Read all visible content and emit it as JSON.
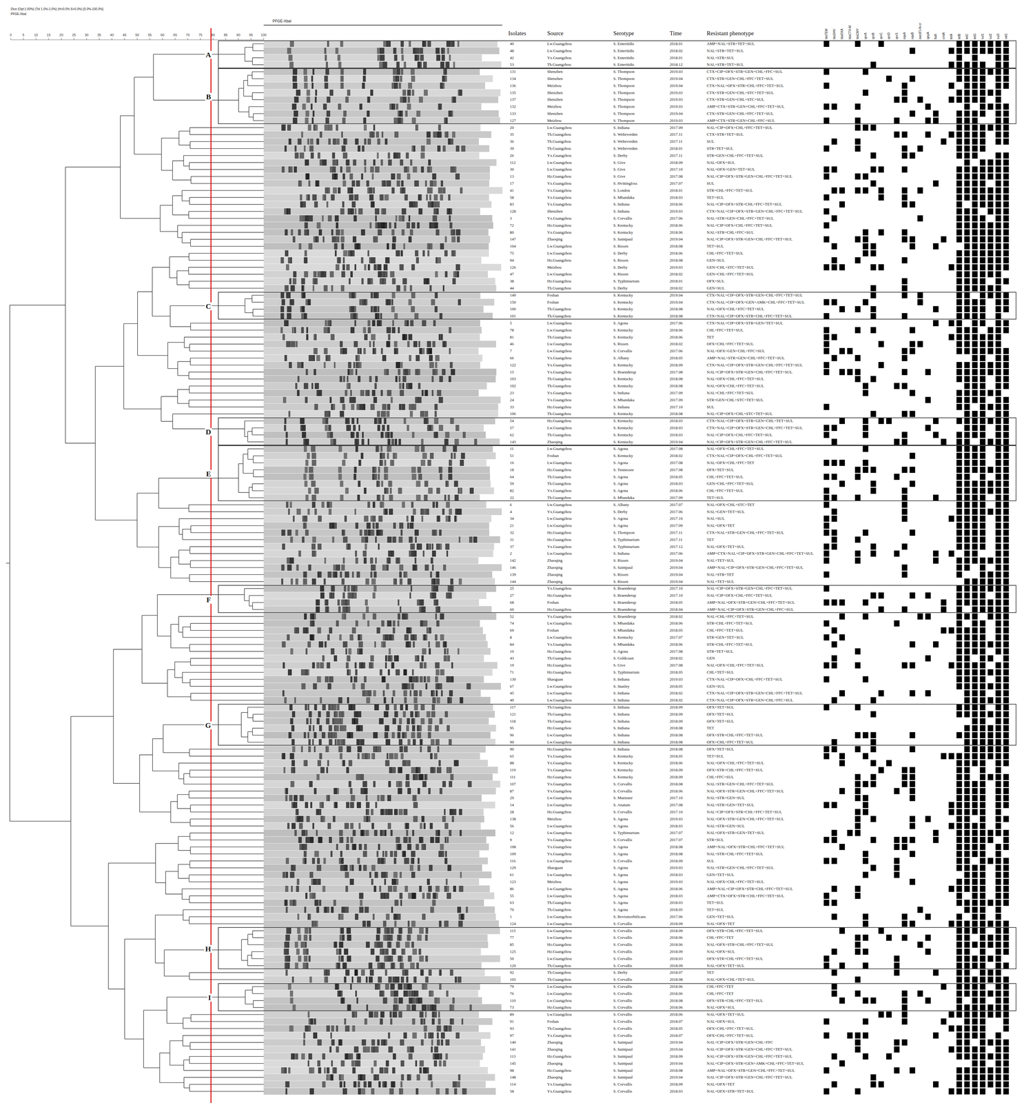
{
  "diagram": {
    "nodes": [
      {
        "text": [
          "A"
        ]
      },
      {
        "text": [
          "B"
        ]
      },
      {
        "text": [
          "C"
        ]
      },
      {
        "text": [
          "D"
        ]
      },
      {
        "text": [
          "E"
        ]
      },
      {
        "text": [
          "F"
        ]
      },
      {
        "text": [
          "G"
        ]
      },
      {
        "text": [
          "H"
        ]
      },
      {
        "text": [
          "I"
        ]
      }
    ],
    "labels": [
      "Dice (Opt:1.00%) (Tol 1.0%-1.0%) (H>0.0% S>0.0%) [0.0%-100.0%]",
      "PFGE-XbaI",
      "PFGE-XbaI",
      "0",
      "5",
      "10",
      "15",
      "20",
      "25",
      "30",
      "35",
      "40",
      "45",
      "50",
      "55",
      "60",
      "65",
      "70",
      "75",
      "80",
      "85",
      "90",
      "95",
      "100",
      "Isolates",
      "Source",
      "Serotype",
      "Time",
      "Resistant phenotype",
      "blaTEM",
      "blaSHV",
      "blaOXA",
      "blaCTX-M",
      "blaCMY",
      "qnrA",
      "qnrB",
      "qnrC",
      "qnrD",
      "qnrS",
      "oqxA",
      "oqxB",
      "aac(6')-Ib-cr",
      "qepA",
      "floR",
      "cmlA",
      "tetA",
      "tetB",
      "tetC",
      "tetG",
      "sul1",
      "sul2",
      "sul3",
      "intI1",
      "40",
      "Lw.Guangzhou",
      "S. Enteritidis",
      "2018.01",
      "AMP+NAL+STR+TET+SUL",
      "48",
      "Lw.Guangzhou",
      "S. Enteritidis",
      "2018.02",
      "NAL+STR+TET+SUL",
      "42",
      "Yx.Guangzhou",
      "S. Enteritidis",
      "2018.01",
      "NAL+STR+SUL",
      "53",
      "Th.Guangzhou",
      "S. Enteritidis",
      "2018.12",
      "NAL+STR+TET+SUL",
      "131",
      "Shenzhen",
      "S. Thompson",
      "2019.03",
      "CTX+CIP+OFX+STR+GEN+CHL+FFC+SUL",
      "134",
      "Shenzhen",
      "S. Thompson",
      "2019.04",
      "CTX+STR+GEN+CHL+FFC+TET+SUL",
      "136",
      "Meizhou",
      "S. Thompson",
      "2019.04",
      "CTX+NAL+OFX+STR+CHL+FFC+TET+SUL",
      "135",
      "Shenzhen",
      "S. Thompson",
      "2019.03",
      "CTX+STR+GEN+CHL+STC+TET+SUL",
      "137",
      "Shenzhen",
      "S. Thompson",
      "2019.03",
      "CTX+STR+GEN+CHL+STC+SUL",
      "132",
      "Meizhou",
      "S. Thompson",
      "2019.03",
      "AMP+CTX+STR+GEN+CHL+FFC+TET+SUL",
      "133",
      "Shenzhen",
      "S. Thompson",
      "2019.04",
      "CTX+STR+GEN+CHL+FFC+TET+SUL",
      "127",
      "Meizhou",
      "S. Thompson",
      "2019.03",
      "AMP+CTX+STR+GEN+CHL+FFC+SUL",
      "20",
      "Lw.Guangzhou",
      "S. Indiana",
      "2017.09",
      "NAL+CIP+OFX+CHL+FFC+TET+SUL",
      "35",
      "Th.Guangzhou",
      "S. Weltevreden",
      "2017.11",
      "CTX+STR+TET+SUL",
      "36",
      "Th.Guangzhou",
      "S. Weltevreden",
      "2017.11",
      "SUL",
      "39",
      "Th.Guangzhou",
      "S. Weltevreden",
      "2018.01",
      "STR+TET+SUL",
      "26",
      "Yx.Guangzhou",
      "S. Derby",
      "2017.11",
      "STR+GEN+CHL+FFC+TET+SUL",
      "112",
      "Lw.Guangzhou",
      "S. Give",
      "2018.09",
      "NAL+OFX+SUL",
      "30",
      "Lw.Guangzhou",
      "S. Give",
      "2017.10",
      "NAL+OFX+GEN+TET+SUL",
      "13",
      "Hz.Guangzhou",
      "S. Give",
      "2017.08",
      "NAL+CIP+OFX+STR+GEN+CHL+FFC+TET+SUL",
      "17",
      "Yx.Guangzhou",
      "S. Hvittingfoss",
      "2017.07",
      "SUL",
      "41",
      "Yx.Guangzhou",
      "S. London",
      "2018.01",
      "STR+CHL+FFC+TET+SUL",
      "58",
      "Yx.Guangzhou",
      "S. Mbandaka",
      "2018.03",
      "TET+SUL",
      "83",
      "Yx.Guangzhou",
      "S. Indiana",
      "2018.06",
      "NAL+CIP+OFX+STR+CHL+FFC+TET+SUL",
      "128",
      "Shenzhen",
      "S. Indiana",
      "2019.03",
      "CTX+NAL+CIP+OFX+STR+GEN+CHL+FFC+TET+SUL",
      "3",
      "Yx.Guangzhou",
      "S. Corvallis",
      "2017.06",
      "NAL+STR+GEN+CHL+FFC+TET+SUL",
      "72",
      "Hz.Guangzhou",
      "S. Kentucky",
      "2018.06",
      "NAL+CIP+OFX+CHL+FFC+TET+SUL",
      "80",
      "Yx.Guangzhou",
      "S. Kentucky",
      "2018.06",
      "NAL+STR+CHL+FFC+SUL",
      "147",
      "Zhaoqing",
      "S. Saintpaul",
      "2019.04",
      "NAL+CIP+OFX+STR+GEN+CHL+FFC+TET+SUL",
      "104",
      "Lw.Guangzhou",
      "S. Rissen",
      "2018.08",
      "TET+SUL",
      "75",
      "Lw.Guangzhou",
      "S. Derby",
      "2018.06",
      "CHL+FFC+TET+SUL",
      "94",
      "Hz.Guangzhou",
      "S. Rissen",
      "2018.08",
      "GEN+SUL",
      "126",
      "Meizhou",
      "S. Derby",
      "2019.03",
      "GEN+CHL+STC+TET+SUL",
      "47",
      "Lw.Guangzhou",
      "S. Rissen",
      "2018.02",
      "GEN+CHL+FFC+TET+SUL",
      "38",
      "Hz.Guangzhou",
      "S. Typhimurium",
      "2018.01",
      "OFX+SUL",
      "44",
      "Th.Guangzhou",
      "S. Derby",
      "2018.02",
      "GEN+SUL",
      "149",
      "Foshan",
      "S. Kentucky",
      "2019.04",
      "CTX+NAL+CIP+OFX+STR+GEN+CHL+FFC+TET+SUL",
      "150",
      "Foshan",
      "S. Kentucky",
      "2019.04",
      "CTX+NAL+CIP+OFX+GEN+AMK+CHL+FFC+TET+SUL",
      "100",
      "Th.Guangzhou",
      "S. Kentucky",
      "2018.08",
      "NAL+OFX+CHL+STC+TET+SUL",
      "101",
      "Th.Guangzhou",
      "S. Kentucky",
      "2018.08",
      "CTX+NAL+CIP+OFX+STR+CHL+FFC+TET+SUL",
      "5",
      "Lw.Guangzhou",
      "S. Agona",
      "2017.06",
      "CTX+NAL+CIP+OFX+STR+GEN+TET+SUL",
      "78",
      "Lw.Guangzhou",
      "S. Kentucky",
      "2018.06",
      "CHL+FFC+TET+SUL",
      "81",
      "Th.Guangzhou",
      "S. Kentucky",
      "2018.06",
      "TET",
      "46",
      "Lw.Guangzhou",
      "S. Rissen",
      "2018.02",
      "OFX+CHL+FFC+TET+SUL",
      "7",
      "Lw.Guangzhou",
      "S. Corvallis",
      "2017.06",
      "NAL+OFX+GEN+CHL+FFC+SUL",
      "66",
      "Yx.Guangzhou",
      "S. Albany",
      "2018.05",
      "AMP+NAL+STR+GEN+CHL+FFC+TET+SUL",
      "122",
      "Yx.Guangzhou",
      "S. Kentucky",
      "2018.09",
      "CTX+NAL+CIP+OFX+STR+GEN+CHL+FFC+TET+SUL",
      "15",
      "Yx.Guangzhou",
      "S. Braenderup",
      "2017.08",
      "NAL+CIP+OFX+STR+GEN+CHL+FFC+TET+SUL",
      "103",
      "Th.Guangzhou",
      "S. Kentucky",
      "2018.08",
      "NAL+OFX+CHL+FFC+TET+SUL",
      "102",
      "Th.Guangzhou",
      "S. Kentucky",
      "2018.08",
      "NAL+OFX+CHL+FFC+TET+SUL",
      "23",
      "Yx.Guangzhou",
      "S. Indiana",
      "2017.09",
      "NAL+CHL+FFC+TET+SUL",
      "24",
      "Yx.Guangzhou",
      "S. Mbandaka",
      "2017.09",
      "STR+GEN+CHL+STC+TET+SUL",
      "33",
      "Hz.Guangzhou",
      "S. Indiana",
      "2017.10",
      "SUL",
      "106",
      "Th.Guangzhou",
      "S. Kentucky",
      "2018.08",
      "NAL+CIP+OFX+CHL+STC+TET+SUL",
      "54",
      "Hz.Guangzhou",
      "S. Kentucky",
      "2018.03",
      "CTX+NAL+CIP+OFX+STR+GEN+CHL+TET+SUL",
      "57",
      "Lw.Guangzhou",
      "S. Kentucky",
      "2018.03",
      "CTX+NAL+CIP+OFX+STR+GEN+CHL+FFC+TET+SUL",
      "62",
      "Th.Guangzhou",
      "S. Kentucky",
      "2018.03",
      "NAL+CIP+OFX+CHL+FFC+TET+SUL",
      "143",
      "Zhaoqing",
      "S. Kentucky",
      "2019.04",
      "NAL+CIP+OFX+STR+GEN+CHL+FFC+TET+SUL",
      "11",
      "Lw.Guangzhou",
      "S. Agona",
      "2017.08",
      "NAL+OFX+CHL+FFC+TET+SUL",
      "51",
      "Foshan",
      "S. Kentucky",
      "2018.02",
      "CTX+NAL+CIP+OFX+CHL+FFC+TET+SUL",
      "16",
      "Lw.Guangzhou",
      "S. Agona",
      "2017.08",
      "NAL+OFX+CHL+FFC+TET",
      "18",
      "Hz.Guangzhou",
      "S. Tennessee",
      "2017.08",
      "OFX+TET+SUL",
      "64",
      "Th.Guangzhou",
      "S. Agona",
      "2018.05",
      "CHL+FFC+TET+SUL",
      "59",
      "Th.Guangzhou",
      "S. Agona",
      "2018.03",
      "GEN+CHL+FFC+TET+SUL",
      "82",
      "Yx.Guangzhou",
      "S. Agona",
      "2018.06",
      "CHL+FFC+TET+SUL",
      "22",
      "Th.Guangzhou",
      "S. Mbandaka",
      "2017.09",
      "TET+SUL",
      "6",
      "Lw.Guangzhou",
      "S. Albany",
      "2017.07",
      "NAL+OFX+CHL+STC+TET",
      "4",
      "Yx.Guangzhou",
      "S. Derby",
      "2017.06",
      "NAL+GEN+TET+SUL",
      "34",
      "Lw.Guangzhou",
      "S. Agona",
      "2017.10",
      "NAL+SUL",
      "21",
      "Lw.Guangzhou",
      "S. Agona",
      "2017.09",
      "NAL+OFX+TET",
      "32",
      "Hz.Guangzhou",
      "S. Thompson",
      "2017.11",
      "CTX+NAL+STR+GEN+CHL+FFC+TET+SUL",
      "31",
      "Hz.Guangzhou",
      "S. Typhimurium",
      "2017.11",
      "TET",
      "37",
      "Yx.Guangzhou",
      "S. Typhimurium",
      "2017.12",
      "NAL+OFX+TET+SUL",
      "2",
      "Lw.Guangzhou",
      "S. Indiana",
      "2017.06",
      "AMP+CTX+NAL+CIP+OFX+STR+GEN+CHL+FFC+TET+SUL",
      "142",
      "Zhaoqing",
      "S. Rissen",
      "2019.04",
      "NAL+TET+SUL",
      "146",
      "Zhaoqing",
      "S. Saintpaul",
      "2019.04",
      "AMP+NAL+CIP+OFX+STR+GEN+CHL+FFC+TET+SUL",
      "139",
      "Zhaoqing",
      "S. Rissen",
      "2019.04",
      "NAL+STR+TET",
      "144",
      "Zhaoqing",
      "S. Rissen",
      "2019.04",
      "NAL+TET+SUL",
      "25",
      "Yx.Guangzhou",
      "S. Braenderup",
      "2017.10",
      "NAL+CIP+OFX+STR+GEN+CHL+FFC+TET+SUL",
      "27",
      "Hz.Guangzhou",
      "S. Braenderup",
      "2017.10",
      "NAL+CIP+OFX+CHL+FFC+TET+SUL",
      "68",
      "Foshan",
      "S. Braenderup",
      "2018.05",
      "AMP+NAL+OFX+STR+GEN+CHL+FFC+TET+SUL",
      "60",
      "Hz.Guangzhou",
      "S. Braenderup",
      "2018.04",
      "AMP+NAL+CIP+OFX+STR+GEN+CHL+FFC+SUL",
      "52",
      "Yx.Guangzhou",
      "S. Braenderup",
      "2018.02",
      "NAL+CHL+FFC+TET+SUL",
      "74",
      "Lw.Guangzhou",
      "S. Mbandaka",
      "2018.06",
      "STR+CHL+FFC+TET+SUL",
      "69",
      "Foshan",
      "S. Mbandaka",
      "2018.05",
      "CHL+FFC+TET+SUL",
      "8",
      "Lw.Guangzhou",
      "S. Kentucky",
      "2017.07",
      "STR+GEN+TET+SUL",
      "84",
      "Yx.Guangzhou",
      "S. Mbandaka",
      "2018.06",
      "STR+CHL+FFC+TET+SUL",
      "10",
      "Hz.Guangzhou",
      "S. Agona",
      "2017.08",
      "STR+TET+SUL",
      "43",
      "Th.Guangzhou",
      "S. Goldcoast",
      "2018.02",
      "GEN",
      "19",
      "Hz.Guangzhou",
      "S. Give",
      "2017.08",
      "NAL+OFX+CHL+FFC+TET+SUL",
      "71",
      "Hz.Guangzhou",
      "S. Typhimurium",
      "2018.05",
      "CHL+TET+SUL",
      "130",
      "Shaoguan",
      "S. Indiana",
      "2019.03",
      "CTX+NAL+CIP+OFX+CHL+FFC+TET+SUL",
      "67",
      "Lw.Guangzhou",
      "S. Stanley",
      "2018.05",
      "GEN+SUL",
      "45",
      "Lw.Guangzhou",
      "S. Indiana",
      "2018.02",
      "CTX+NAL+CIP+OFX+STR+GEN+CHL+FFC+TET+SUL",
      "49",
      "Lw.Guangzhou",
      "S. Indiana",
      "2018.02",
      "CTX+NAL+CIP+OFX+STR+GEN+CHL+FFC+SUL",
      "117",
      "Th.Guangzhou",
      "S. Indiana",
      "2018.09",
      "OFX+TET+SUL",
      "121",
      "Th.Guangzhou",
      "S. Indiana",
      "2018.09",
      "OFX+TET+SUL",
      "118",
      "Th.Guangzhou",
      "S. Indiana",
      "2018.09",
      "OFX+TET+SUL",
      "95",
      "Hz.Guangzhou",
      "S. Indiana",
      "2018.08",
      "TET",
      "96",
      "Lw.Guangzhou",
      "S. Indiana",
      "2018.08",
      "OFX+STR+CHL+FFC+TET+SUL",
      "99",
      "Lw.Guangzhou",
      "S. Indiana",
      "2018.08",
      "OFX+CHL+FFC+TET+SUL",
      "90",
      "Hz.Guangzhou",
      "S. Indiana",
      "2018.08",
      "OFX+TET+SUL",
      "65",
      "Yx.Guangzhou",
      "S. Kentucky",
      "2018.05",
      "TET+SUL",
      "88",
      "Yx.Guangzhou",
      "S. Kentucky",
      "2018.06",
      "NAL+OFX+CHL+FFC+TET+SUL",
      "119",
      "Yx.Guangzhou",
      "S. Kentucky",
      "2018.09",
      "OFX+STR+CHL+FFC+TET+SUL",
      "111",
      "Hz.Guangzhou",
      "S. Kentucky",
      "2018.09",
      "CHL+FFC+SUL",
      "107",
      "Yx.Guangzhou",
      "S. Corvallis",
      "2018.08",
      "NAL+STR+GEN+CHL+FFC+TET+SUL",
      "87",
      "Yx.Guangzhou",
      "S. Corvallis",
      "2018.06",
      "NAL+OFX+STR+GEN+CHL+FFC+TET+SUL",
      "29",
      "Lw.Guangzhou",
      "S. Muenster",
      "2017.10",
      "NAL+STR+GEN+SUL",
      "14",
      "Lw.Guangzhou",
      "S. Anatum",
      "2017.08",
      "NAL+STR+GEN+TET+SUL",
      "28",
      "Hz.Guangzhou",
      "S. Corvallis",
      "2017.10",
      "NAL+CIP+OFX+STR+CHL+FFC+TET+SUL",
      "138",
      "Meizhou",
      "S. Agona",
      "2019.03",
      "NAL+OFX+STR+GEN+CHL+FFC+TET+SUL",
      "56",
      "Lw.Guangzhou",
      "S. Agona",
      "2018.03",
      "NAL+STR+GEN+SUL",
      "12",
      "Lw.Guangzhou",
      "S. Typhimurium",
      "2017.07",
      "NAL+OFX+STR+GEN+TET+SUL",
      "9",
      "Yx.Guangzhou",
      "S. Corvallis",
      "2017.07",
      "STR+SUL",
      "108",
      "Yx.Guangzhou",
      "S. Agona",
      "2018.08",
      "AMP+NAL+OFX+STR+CHL+FFC+TET+SUL",
      "109",
      "Yx.Guangzhou",
      "S. Agona",
      "2018.08",
      "NAL+STR+CHL+FFC+TET+SUL",
      "116",
      "Lw.Guangzhou",
      "S. Corvallis",
      "2018.09",
      "SUL",
      "129",
      "Shaoguan",
      "S. Agona",
      "2019.03",
      "NAL+STR+GEN+CHL+FFC+TET+SUL",
      "61",
      "Lw.Guangzhou",
      "S. Agona",
      "2018.03",
      "GEN+TET+SUL",
      "123",
      "Meizhou",
      "S. Agona",
      "2019.03",
      "NAL+OFX+CHL+FFC+TET+SUL",
      "86",
      "Lw.Guangzhou",
      "S. Agona",
      "2018.06",
      "AMP+NAL+CIP+OFX+STR+CHL+FFC+TET+SUL",
      "55",
      "Lw.Guangzhou",
      "S. Agona",
      "2018.03",
      "AMP+CTX+OFX+STR+CHL+FFC+TET+SUL",
      "63",
      "Th.Guangzhou",
      "S. Agona",
      "2018.03",
      "TET+SUL",
      "70",
      "Th.Guangzhou",
      "S. Agona",
      "2018.05",
      "TET+SUL",
      "1",
      "Lw.Guangzhou",
      "S. Bovismorbificans",
      "2017.06",
      "GEN+TET+SUL",
      "124",
      "Lw.Guangzhou",
      "S. Corvallis",
      "2018.09",
      "NAL+OFX+TET",
      "115",
      "Lw.Guangzhou",
      "S. Corvallis",
      "2018.09",
      "OFX+STR+CHL+FFC+TET+SUL",
      "77",
      "Lw.Guangzhou",
      "S. Corvallis",
      "2018.06",
      "CHL+FFC+TET",
      "85",
      "Hz.Guangzhou",
      "S. Corvallis",
      "2018.06",
      "NAL+OFX+STR+CHL+FFC+TET+SUL",
      "125",
      "Hz.Guangzhou",
      "S. Corvallis",
      "2018.09",
      "NAL+OFX+SUL",
      "50",
      "Lw.Guangzhou",
      "S. Corvallis",
      "2018.03",
      "OFX+STR+CHL+FFC+TET+SUL",
      "120",
      "Th.Guangzhou",
      "S. Corvallis",
      "2018.09",
      "NAL+OFX+TET+SUL",
      "92",
      "Th.Guangzhou",
      "S. Derby",
      "2018.07",
      "TET",
      "105",
      "Th.Guangzhou",
      "S. Corvallis",
      "2018.08",
      "NAL+OFX+CHL+TET+SUL",
      "79",
      "Lw.Guangzhou",
      "S. Corvallis",
      "2018.06",
      "CHL+FFC+TET",
      "76",
      "Lw.Guangzhou",
      "S. Corvallis",
      "2018.06",
      "CHL+FFC+TET",
      "110",
      "Lw.Guangzhou",
      "S. Corvallis",
      "2018.08",
      "OFX+STR+CHL+FFC+TET+SUL",
      "73",
      "Hz.Guangzhou",
      "S. Corvallis",
      "2018.06",
      "NAL+OFX+SUL",
      "89",
      "Lw.Guangzhou",
      "S. Corvallis",
      "2018.06",
      "NAL+OFX+TET+SUL",
      "91",
      "Foshan",
      "S. Corvallis",
      "2018.07",
      "NAL+OFX+SUL",
      "93",
      "Th.Guangzhou",
      "S. Corvallis",
      "2018.05",
      "OFX+CHL+FFC+TET+SUL",
      "97",
      "Yx.Guangzhou",
      "S. Corvallis",
      "2018.07",
      "OFX+CHL+FFC+TET+SUL",
      "140",
      "Zhaoqing",
      "S. Saintpaul",
      "2019.04",
      "NAL+CIP+OFX+STR+GEN+CHL+FFC",
      "141",
      "Zhaoqing",
      "S. Saintpaul",
      "2019.04",
      "NAL+CIP+OFX+STR+GEN+CHL+FFC+TET+SUL",
      "113",
      "Hz.Guangzhou",
      "S. Saintpaul",
      "2018.09",
      "NAL+CIP+OFX+STR+GEN+CHL+FFC+TET+SUL",
      "145",
      "Zhaoqing",
      "S. Saintpaul",
      "2019.04",
      "NAL+CIP+OFX+STR+GEN+AMK+CHL+FFC+TET+SUL",
      "98",
      "Hz.Guangzhou",
      "S. Saintpaul",
      "2018.08",
      "AMP+NAL+OFX+STR+GEN+CHL+FFC+TET+SUL",
      "148",
      "Zhaoqing",
      "S. Saintpaul",
      "2019.04",
      "NAL+CIP+OFX+STR+GEN+CHL+FFC+TET+SUL",
      "114",
      "Yx.Guangzhou",
      "S. Corvallis",
      "2018.09",
      "NAL+OFX+TET",
      "58",
      "Yx.Guangzhou",
      "S. Corvallis",
      "2018.03",
      "NAL+OFX+STR+TET+SUL"
    ]
  }
}
